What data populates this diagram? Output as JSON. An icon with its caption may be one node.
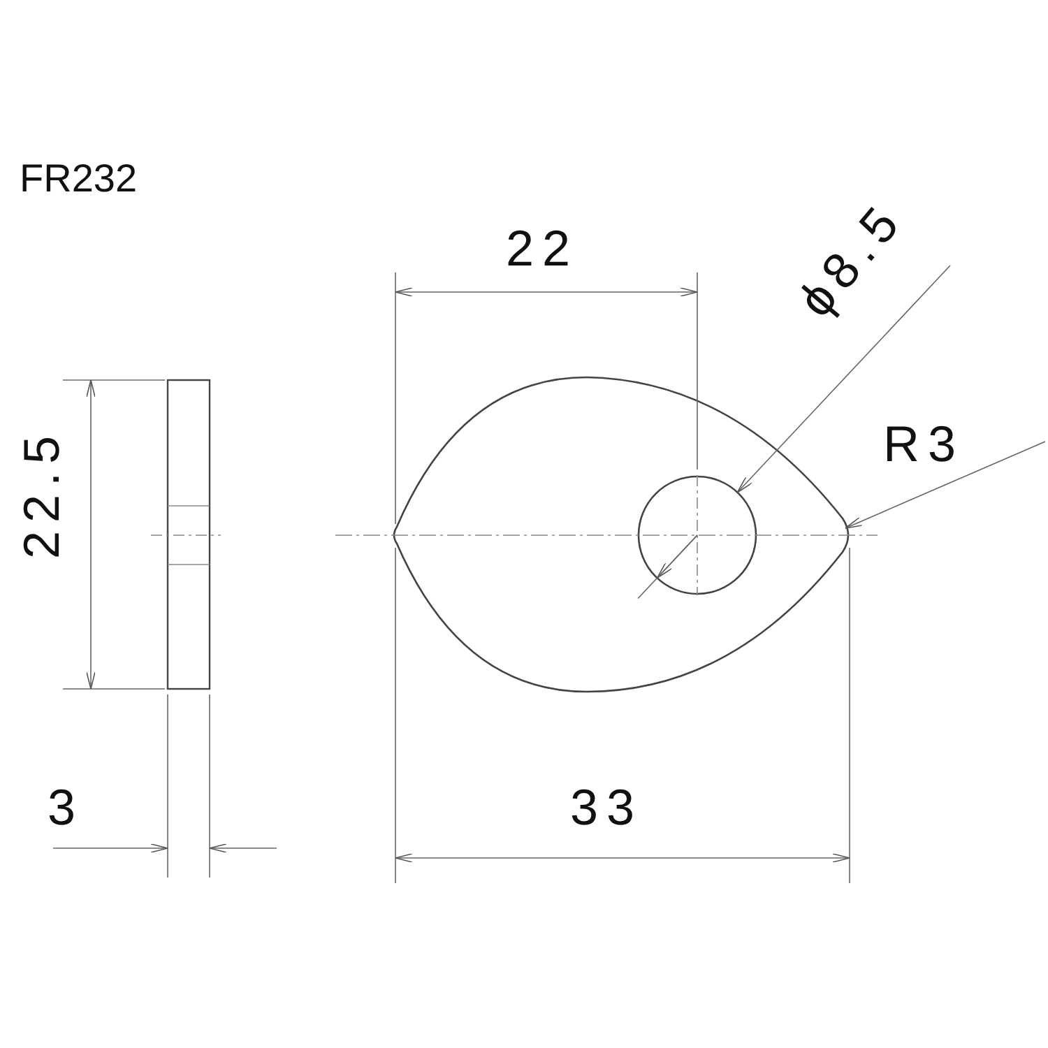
{
  "diagram": {
    "title": "FR232",
    "labels": [
      "22",
      "ϕ8.5",
      "R3",
      "22.5",
      "3",
      "33"
    ]
  }
}
